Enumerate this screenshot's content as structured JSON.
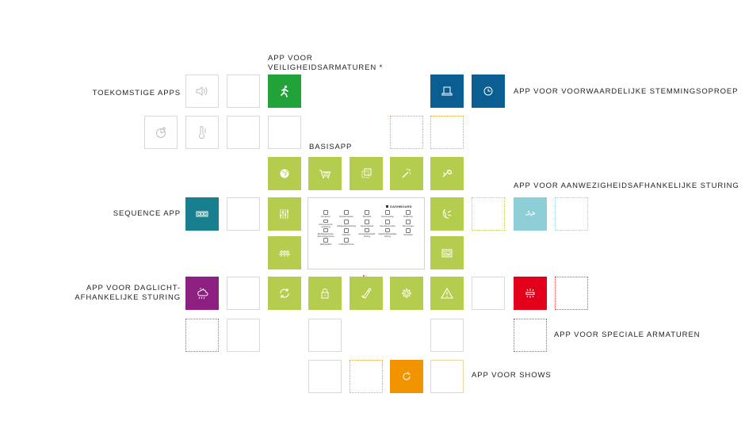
{
  "labels": {
    "veiligheid": "APP VOOR\nVEILIGHEIDSARMATUREN *",
    "toekomstige": "TOEKOMSTIGE APPS",
    "stemming": "APP VOOR VOORWAARDELIJKE STEMMINGSOPROEP",
    "basisapp": "BASISAPP",
    "aanwezigheid": "APP VOOR AANWEZIGHEIDSAFHANKELIJKE STURING",
    "sequence": "SEQUENCE APP",
    "daglicht": "APP VOOR DAGLICHT-\nAFHANKELIJKE STURING",
    "speciale": "APP VOOR SPECIALE ARMATUREN",
    "shows": "APP VOOR SHOWS"
  },
  "tablet": {
    "logo": "DASHBOARD",
    "items": [
      "Armaturen",
      "Sportarmaturen",
      "Sfeerlicht",
      "Sceneverloop",
      "Bediening",
      "Astronomische verlichting",
      "Veiligheidsverlichting",
      "Aanwezigheid",
      "Speciale functies",
      "Stemmingen",
      "Bedrijfsgebonden Stemmingsoproep",
      "Kalender",
      "Aanwezigheidsafh. Sturing",
      "Daglichtafhankelijke Sturing",
      "Scheduler",
      "SEQUENCE",
      "LITECOM Scene"
    ]
  },
  "colors": {
    "green": "#b5cd4f",
    "navy": "#0b5e91",
    "teal": "#177f8e",
    "lightblue": "#8ecfd7",
    "purple": "#8c1f7f",
    "red": "#e2001a",
    "orange": "#f29400",
    "darkgreen": "#22a33a"
  },
  "icons": {
    "veiligheid": "running-person-icon",
    "toekomst": [
      "speaker-icon",
      "thermometer-icon",
      "pie-chart-icon"
    ],
    "stemming": [
      "tray-icon",
      "clock-icon"
    ],
    "basisapp": [
      "globe-icon",
      "shopping-cart-icon",
      "selection-square-icon",
      "magic-wand-icon",
      "spanner-icon",
      "sliders-icon",
      "moon-wave-icon",
      "connected-nodes-icon",
      "picture-icon",
      "refresh-icon",
      "lock-icon",
      "hand-brush-icon",
      "gear-icon",
      "warning-icon"
    ],
    "aanwezigheid": "person-motion-icon",
    "sequence": "sequence-frames-icon",
    "daglicht": "cloud-sun-icon",
    "speciale": "lamp-rays-icon",
    "shows": "rotate-icon"
  }
}
